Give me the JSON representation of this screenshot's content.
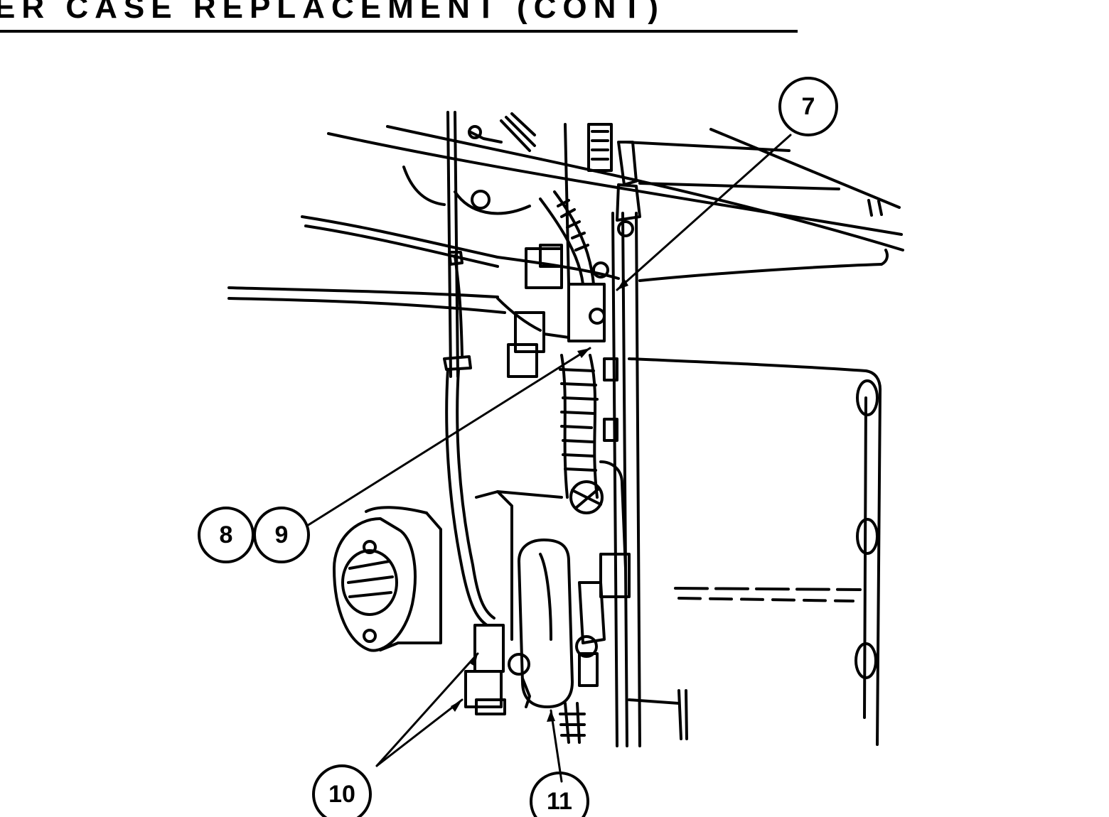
{
  "header": {
    "title": "ER CASE REPLACEMENT (CONT)"
  },
  "figure": {
    "callouts": [
      {
        "label": "7"
      },
      {
        "label": "8"
      },
      {
        "label": "9"
      },
      {
        "label": "10"
      },
      {
        "label": "11"
      }
    ]
  }
}
